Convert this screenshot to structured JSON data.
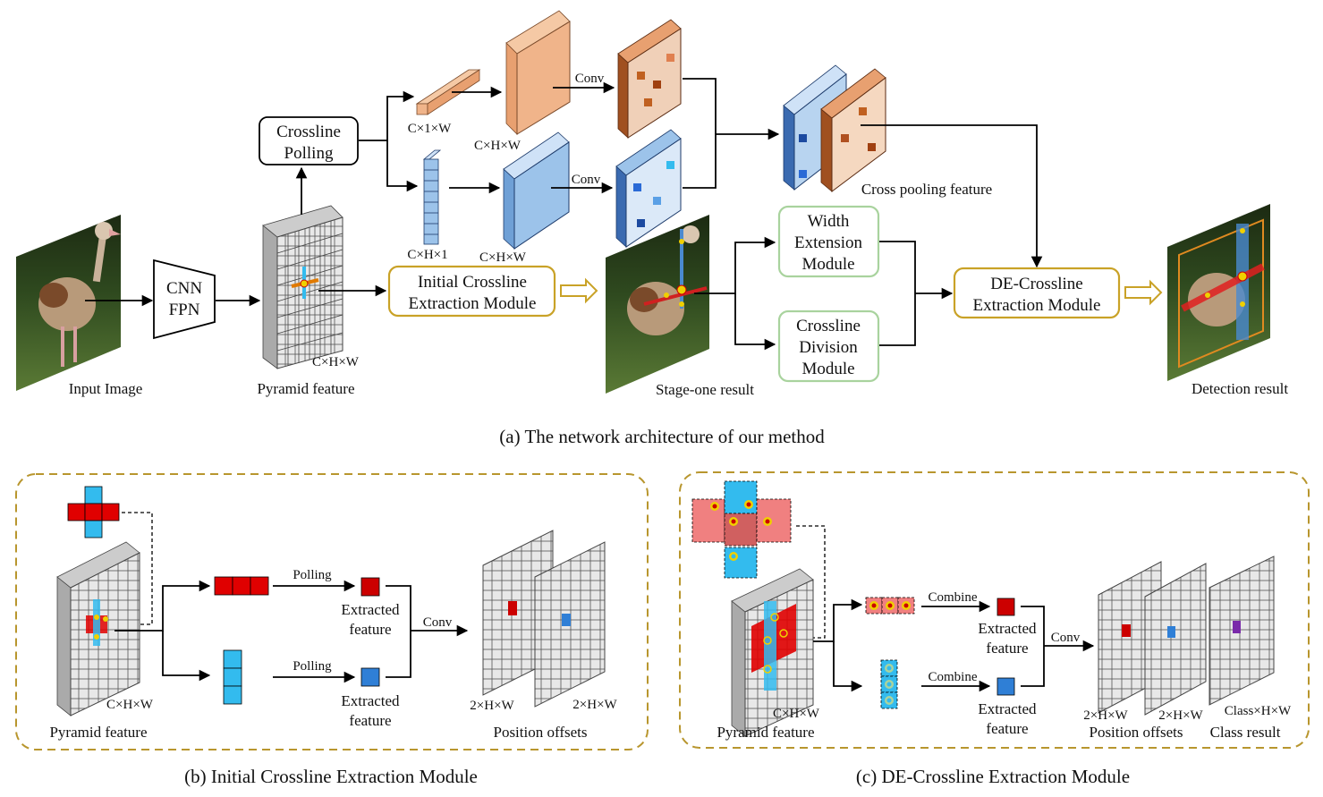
{
  "panel_a": {
    "caption": "(a)  The network architecture of our method",
    "input_image": "Input Image",
    "cnn_line1": "CNN",
    "cnn_line2": "FPN",
    "pyramid_feature": "Pyramid feature",
    "pyramid_dims": "C×H×W",
    "crossline_pooling_line1": "Crossline",
    "crossline_pooling_line2": "Polling",
    "dim_c1w": "C×1×W",
    "dim_chw_top": "C×H×W",
    "dim_ch1": "C×H×1",
    "dim_chw_mid": "C×H×W",
    "conv_top": "Conv",
    "conv_mid": "Conv",
    "cross_pooling_feature": "Cross pooling feature",
    "initial_module_line1": "Initial Crossline",
    "initial_module_line2": "Extraction Module",
    "stage_one_result": "Stage-one result",
    "width_module_line1": "Width",
    "width_module_line2": "Extension",
    "width_module_line3": "Module",
    "division_module_line1": "Crossline",
    "division_module_line2": "Division",
    "division_module_line3": "Module",
    "de_module_line1": "DE-Crossline",
    "de_module_line2": "Extraction Module",
    "detection_result": "Detection result"
  },
  "panel_b": {
    "caption": "(b)  Initial Crossline Extraction Module",
    "pyramid_feature": "Pyramid feature",
    "pyramid_dims": "C×H×W",
    "polling_top": "Polling",
    "polling_bottom": "Polling",
    "extracted_top_line1": "Extracted",
    "extracted_top_line2": "feature",
    "extracted_bottom_line1": "Extracted",
    "extracted_bottom_line2": "feature",
    "conv": "Conv",
    "dim_left": "2×H×W",
    "dim_right": "2×H×W",
    "position_offsets": "Position offsets"
  },
  "panel_c": {
    "caption": "(c)  DE-Crossline Extraction Module",
    "pyramid_feature": "Pyramid feature",
    "pyramid_dims": "C×H×W",
    "combine_top": "Combine",
    "combine_bottom": "Combine",
    "extracted_top_line1": "Extracted",
    "extracted_top_line2": "feature",
    "extracted_bottom_line1": "Extracted",
    "extracted_bottom_line2": "feature",
    "conv": "Conv",
    "dim_1": "2×H×W",
    "dim_2": "2×H×W",
    "dim_3": "Class×H×W",
    "position_offsets": "Position offsets",
    "class_result": "Class result"
  },
  "colors": {
    "orange_module": "#c9a227",
    "green_module": "#a9d39e",
    "red": "#e00000",
    "blue": "#2f7fd6",
    "cyan": "#33bbee",
    "peach": "#f0b48a",
    "dash_border": "#b8962e"
  }
}
